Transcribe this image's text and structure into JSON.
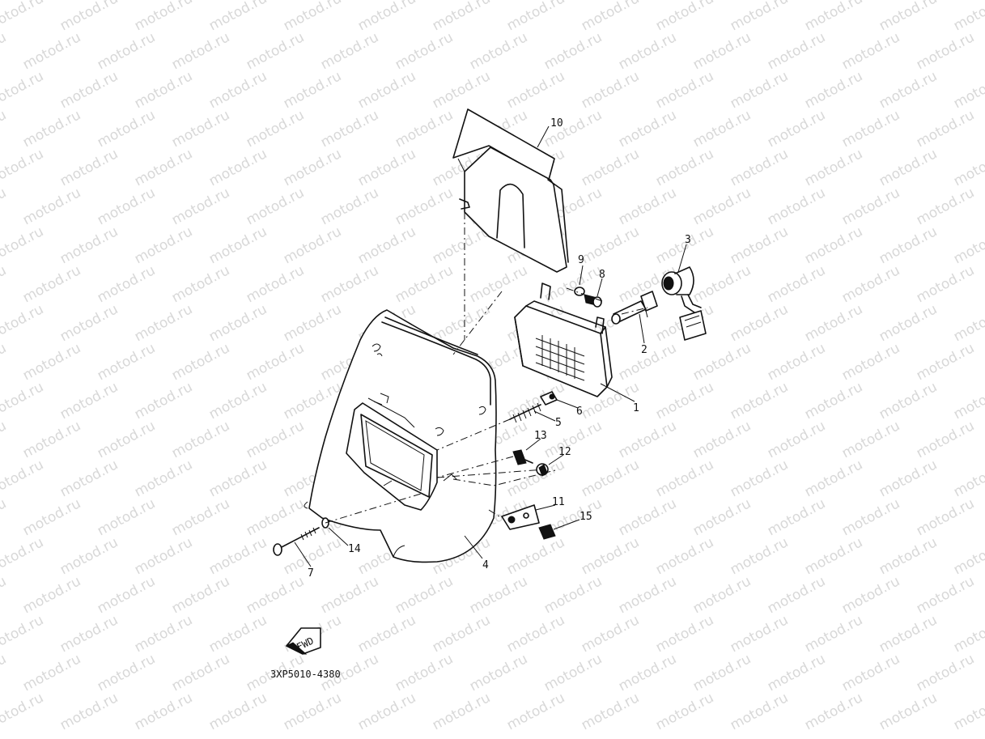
{
  "watermark": {
    "text": "motod.ru"
  },
  "callouts": [
    {
      "id": "1",
      "text": "1"
    },
    {
      "id": "2",
      "text": "2"
    },
    {
      "id": "3",
      "text": "3"
    },
    {
      "id": "4",
      "text": "4"
    },
    {
      "id": "5",
      "text": "5"
    },
    {
      "id": "6",
      "text": "6"
    },
    {
      "id": "7",
      "text": "7"
    },
    {
      "id": "8",
      "text": "8"
    },
    {
      "id": "9",
      "text": "9"
    },
    {
      "id": "10",
      "text": "10"
    },
    {
      "id": "11",
      "text": "11"
    },
    {
      "id": "12",
      "text": "12"
    },
    {
      "id": "13",
      "text": "13"
    },
    {
      "id": "14",
      "text": "14"
    },
    {
      "id": "15",
      "text": "15"
    }
  ],
  "fwd_label": "FWD",
  "diagram_code": "3XP5010-4380"
}
